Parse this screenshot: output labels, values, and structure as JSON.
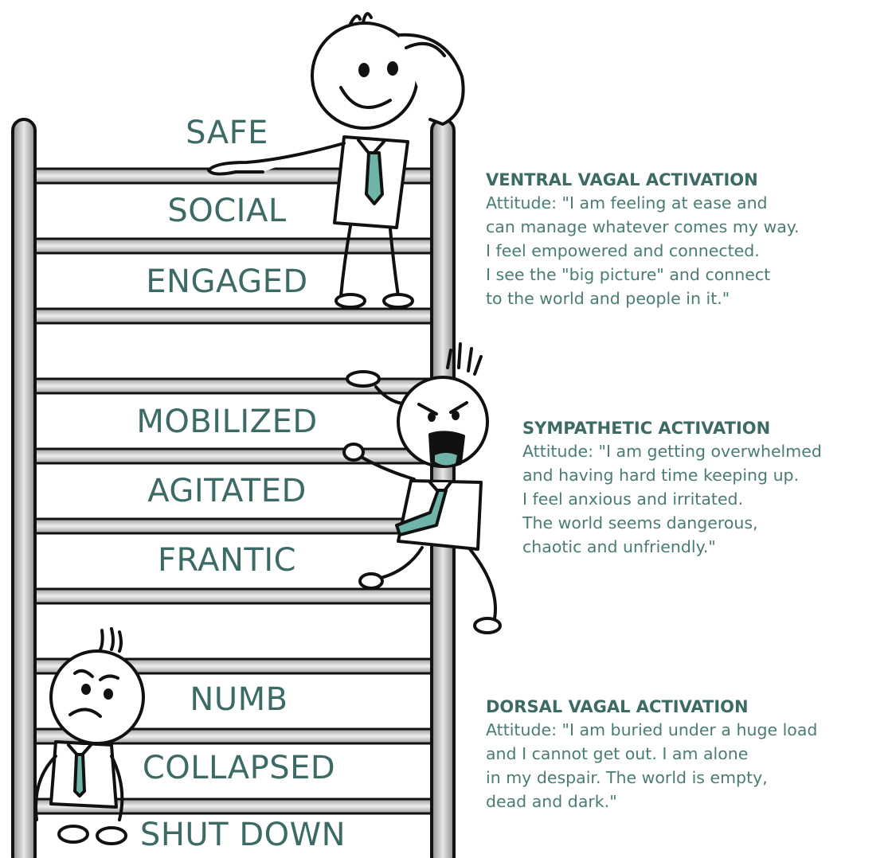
{
  "ladder_states": {
    "ventral": [
      "SAFE",
      "SOCIAL",
      "ENGAGED"
    ],
    "sympathetic": [
      "MOBILIZED",
      "AGITATED",
      "FRANTIC"
    ],
    "dorsal": [
      "NUMB",
      "COLLAPSED",
      "SHUT DOWN"
    ]
  },
  "blocks": {
    "ventral": {
      "title": "VENTRAL VAGAL ACTIVATION",
      "lines": [
        "Attitude: \"I am feeling at ease and",
        "can manage whatever comes my way.",
        "I feel empowered and connected.",
        "I see the \"big picture\" and connect",
        "to the world and people in it.\""
      ]
    },
    "sympathetic": {
      "title": "SYMPATHETIC ACTIVATION",
      "lines": [
        "Attitude: \"I am getting overwhelmed",
        "and having hard time keeping up.",
        "I feel anxious and irritated.",
        "The world seems dangerous,",
        "chaotic and unfriendly.\""
      ]
    },
    "dorsal": {
      "title": "DORSAL VAGAL ACTIVATION",
      "lines": [
        "Attitude: \"I am buried under a huge load",
        "and I cannot get out. I am alone",
        "in my despair. The world is empty,",
        "dead and dark.\""
      ]
    }
  },
  "colors": {
    "teal_text": "#3c6a64",
    "teal_body": "#4a7c74",
    "tie": "#6fb4a8",
    "ink": "#111111"
  },
  "characters": [
    {
      "mood": "happy",
      "icon": "happy-stick-figure-icon"
    },
    {
      "mood": "angry",
      "icon": "angry-stick-figure-icon"
    },
    {
      "mood": "sad",
      "icon": "sad-stick-figure-icon"
    }
  ]
}
